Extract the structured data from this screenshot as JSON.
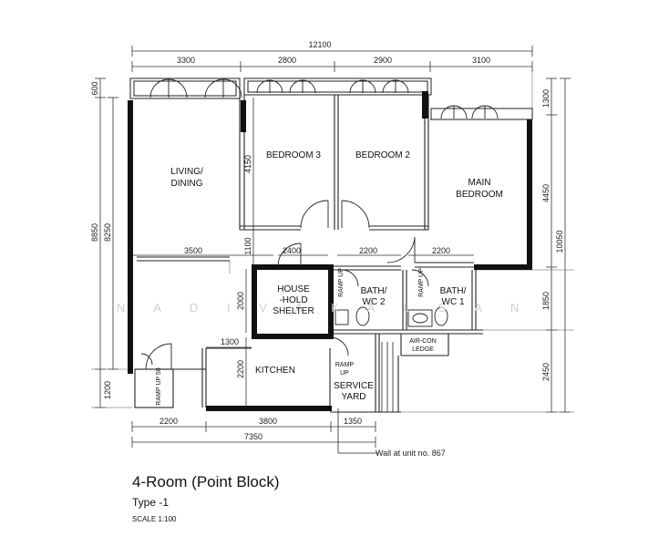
{
  "plan": {
    "dims_top": {
      "total": "12100",
      "seg1": "3300",
      "seg2": "2800",
      "seg3": "2900",
      "seg4": "3100"
    },
    "dims_bottom": {
      "seg1": "2200",
      "seg2": "3800",
      "seg3": "1350",
      "total": "7350"
    },
    "dims_left": {
      "top": "600",
      "total": "8850",
      "mid": "8250",
      "bottom": "1200"
    },
    "dims_right": {
      "top": "1300",
      "mid": "4450",
      "total": "10050",
      "lower": "1850",
      "bottom": "2450"
    },
    "dims_interior": {
      "bedroom3_height": "4150",
      "gap_height": "1100",
      "living_width": "3500",
      "shelter_width": "2400",
      "bath2_width": "2200",
      "bath1_width": "2200",
      "shelter_height": "2000",
      "kitchen_offset": "1300",
      "kitchen_height": "2200"
    },
    "rooms": {
      "living_line1": "LIVING/",
      "living_line2": "DINING",
      "bedroom3": "BEDROOM 3",
      "bedroom2": "BEDROOM 2",
      "main_line1": "MAIN",
      "main_line2": "BEDROOM",
      "shelter_line1": "HOUSE",
      "shelter_line2": "-HOLD",
      "shelter_line3": "SHELTER",
      "bath2_line1": "BATH/",
      "bath2_line2": "WC 2",
      "bath1_line1": "BATH/",
      "bath1_line2": "WC 1",
      "aircon_line1": "AIR-CON",
      "aircon_line2": "LEDGE",
      "kitchen": "KITCHEN",
      "service_line1": "SERVICE",
      "service_line2": "YARD"
    },
    "ramps": {
      "ramp_up": "RAMP UP",
      "ramp_up_50": "RAMP UP 50",
      "ramp_service": "RAMP",
      "ramp_service_up": "UP"
    },
    "annotation": "Wall at unit no. 867",
    "watermark": "N A D I V A  K A L S A N"
  },
  "caption": {
    "title": "4-Room (Point Block)",
    "type": "Type -1",
    "scale": "SCALE 1:100"
  }
}
